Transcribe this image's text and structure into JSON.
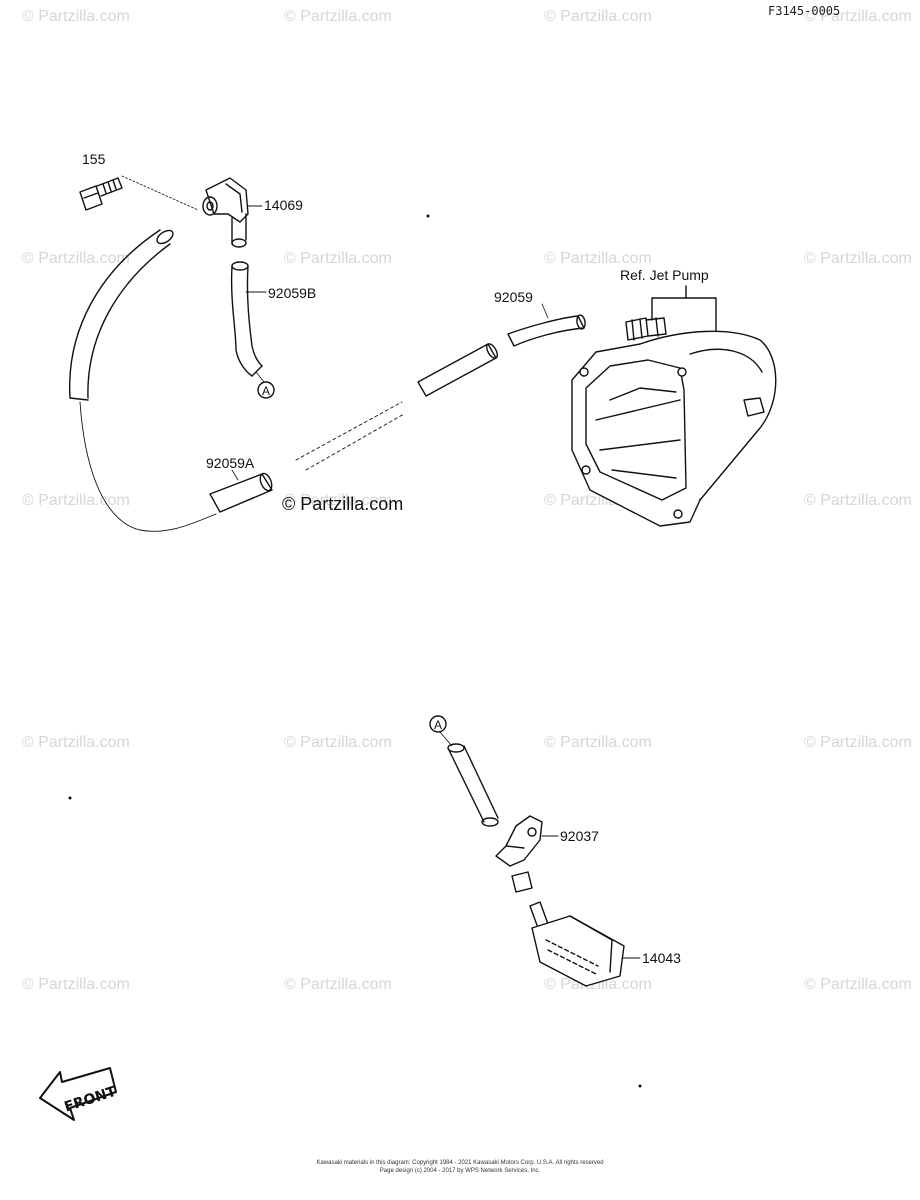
{
  "diagram_code": "F3145-0005",
  "watermark_text": "© Partzilla.com",
  "center_watermark": "© Partzilla.com",
  "labels": {
    "p155": "155",
    "p14069": "14069",
    "p92059B": "92059B",
    "p92059": "92059",
    "ref_jet_pump": "Ref. Jet Pump",
    "p92059A": "92059A",
    "p92037": "92037",
    "p14043": "14043",
    "ref_a_top": "A",
    "ref_a_bottom": "A",
    "front": "FRONT"
  },
  "footer": {
    "line1": "Kawasaki materials in this diagram: Copyright 1984 - 2021 Kawasaki Motors Corp. U.S.A. All rights reserved",
    "line2": "Page design (c) 2004 - 2017 by WPS Network Services, Inc."
  }
}
